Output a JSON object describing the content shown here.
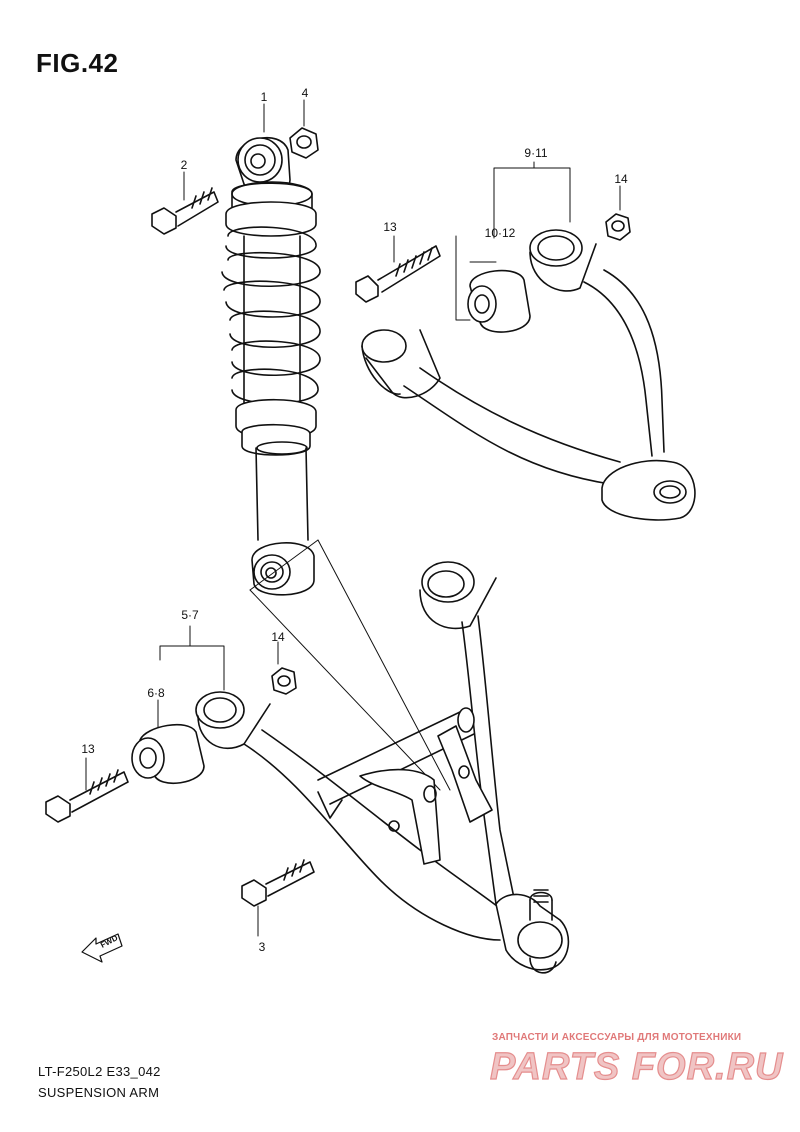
{
  "figure": {
    "title": "FIG.42"
  },
  "callouts": {
    "c1": "1",
    "c2": "2",
    "c3": "3",
    "c4": "4",
    "c9_11": "9·11",
    "c10_12": "10·12",
    "c13_upper": "13",
    "c14_upper": "14",
    "c5_7": "5·7",
    "c6_8": "6·8",
    "c14_lower": "14",
    "c13_lower": "13"
  },
  "footer": {
    "model": "LT-F250L2 E33_042",
    "name": "SUSPENSION ARM"
  },
  "fwd_arrow": {
    "label": "FWD",
    "icon": "fwd-arrow-icon"
  },
  "watermark": {
    "tagline": "ЗАПЧАСТИ И АКСЕССУАРЫ ДЛЯ МОТОТЕХНИКИ",
    "brand": "PARTS FOR.RU",
    "color": "#e58e8e"
  }
}
